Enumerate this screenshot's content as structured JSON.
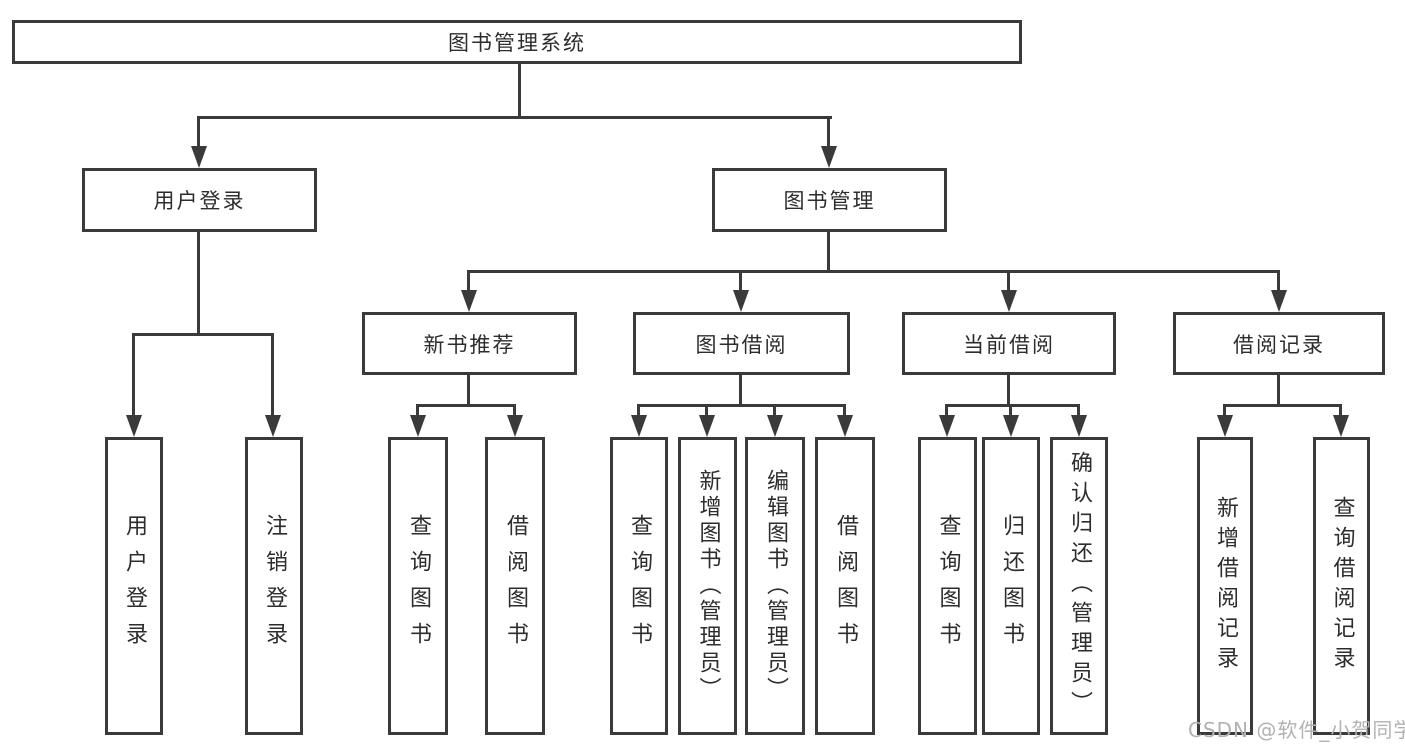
{
  "tree": {
    "root": {
      "label": "图书管理系统"
    },
    "children": [
      {
        "label": "用户登录",
        "children": [
          {
            "label": "用户登录"
          },
          {
            "label": "注销登录"
          }
        ]
      },
      {
        "label": "图书管理",
        "children": [
          {
            "label": "新书推荐",
            "children": [
              {
                "label": "查询图书"
              },
              {
                "label": "借阅图书"
              }
            ]
          },
          {
            "label": "图书借阅",
            "children": [
              {
                "label": "查询图书"
              },
              {
                "label": "新增图书（管理员）"
              },
              {
                "label": "编辑图书（管理员）"
              },
              {
                "label": "借阅图书"
              }
            ]
          },
          {
            "label": "当前借阅",
            "children": [
              {
                "label": "查询图书"
              },
              {
                "label": "归还图书"
              },
              {
                "label": "确认归还（管理员）"
              }
            ]
          },
          {
            "label": "借阅记录",
            "children": [
              {
                "label": "新增借阅记录"
              },
              {
                "label": "查询借阅记录"
              }
            ]
          }
        ]
      }
    ]
  },
  "watermark": {
    "text": "CSDN @软件_小贺同学"
  },
  "colors": {
    "line": "#3a3a3a",
    "text": "#2d2d2d",
    "watermark": "#b2b2b2",
    "background": "#ffffff"
  }
}
